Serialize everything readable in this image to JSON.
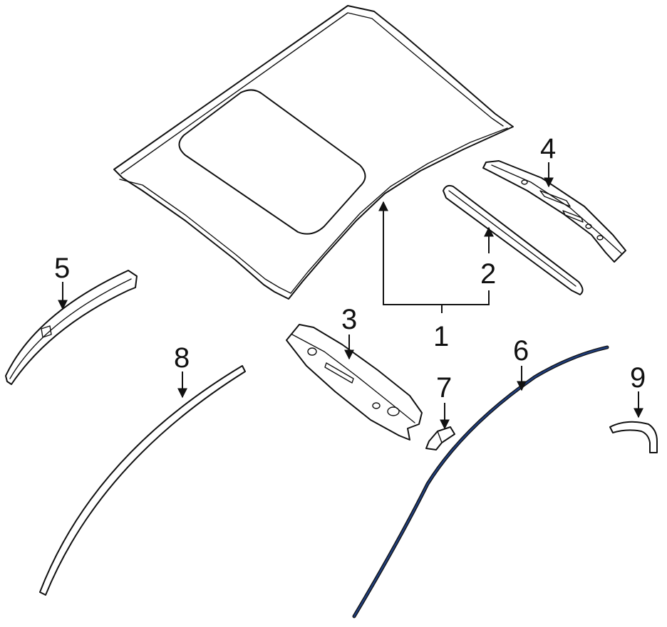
{
  "callouts": {
    "c1": "1",
    "c2": "2",
    "c3": "3",
    "c4": "4",
    "c5": "5",
    "c6": "6",
    "c7": "7",
    "c8": "8",
    "c9": "9"
  },
  "colors": {
    "line": "#111111",
    "highlight": "#1f3d7a",
    "background": "#ffffff"
  }
}
